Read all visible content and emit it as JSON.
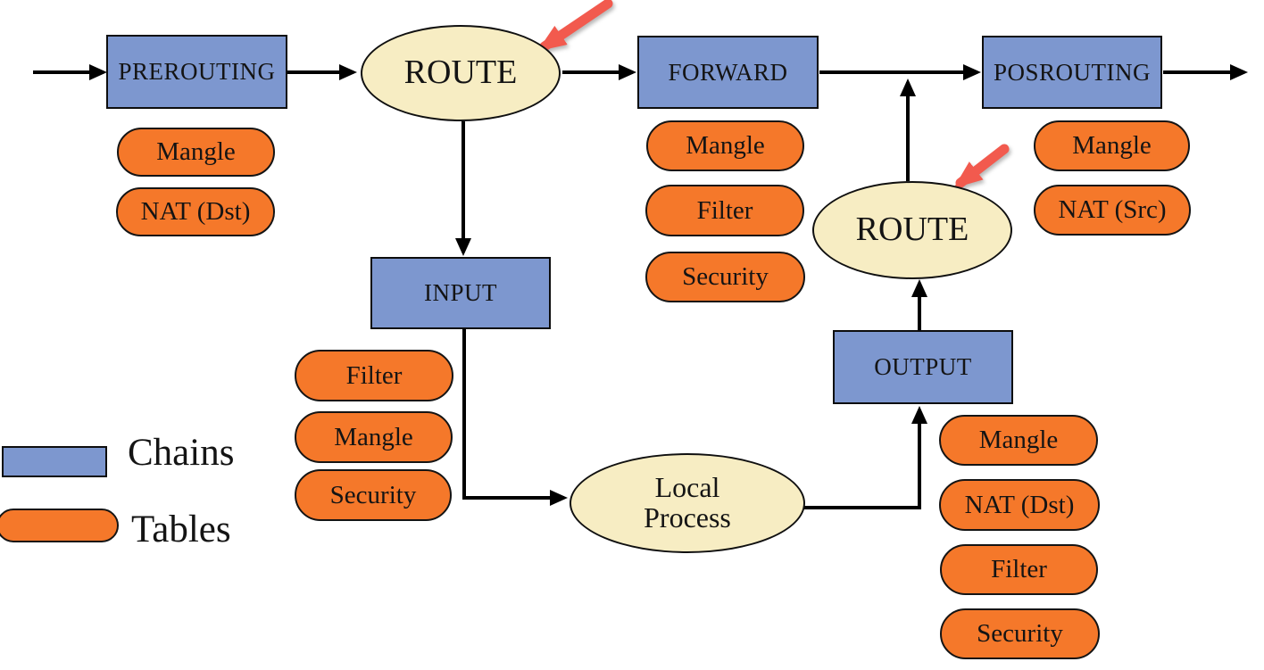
{
  "colors": {
    "chain_fill": "#7d97cf",
    "chain_border": "#0d0d0d",
    "table_fill": "#f5782a",
    "table_border": "#141414",
    "decision_fill": "#f7edc3",
    "decision_border": "#101010",
    "flow_line": "#000000",
    "annotation_arrow": "#f25a4e",
    "text_color": "#141414",
    "background": "#ffffff"
  },
  "legend": {
    "chains_label": "Chains",
    "tables_label": "Tables"
  },
  "nodes": {
    "prerouting": {
      "label": "PREROUTING",
      "tables": [
        "Mangle",
        "NAT (Dst)"
      ]
    },
    "route1": {
      "label": "ROUTE"
    },
    "forward": {
      "label": "FORWARD",
      "tables": [
        "Mangle",
        "Filter",
        "Security"
      ]
    },
    "posrouting": {
      "label": "POSROUTING",
      "tables": [
        "Mangle",
        "NAT (Src)"
      ]
    },
    "route2": {
      "label": "ROUTE"
    },
    "input": {
      "label": "INPUT",
      "tables": [
        "Filter",
        "Mangle",
        "Security"
      ]
    },
    "local_process": {
      "label_line1": "Local",
      "label_line2": "Process"
    },
    "output": {
      "label": "OUTPUT",
      "tables": [
        "Mangle",
        "NAT (Dst)",
        "Filter",
        "Security"
      ]
    }
  }
}
